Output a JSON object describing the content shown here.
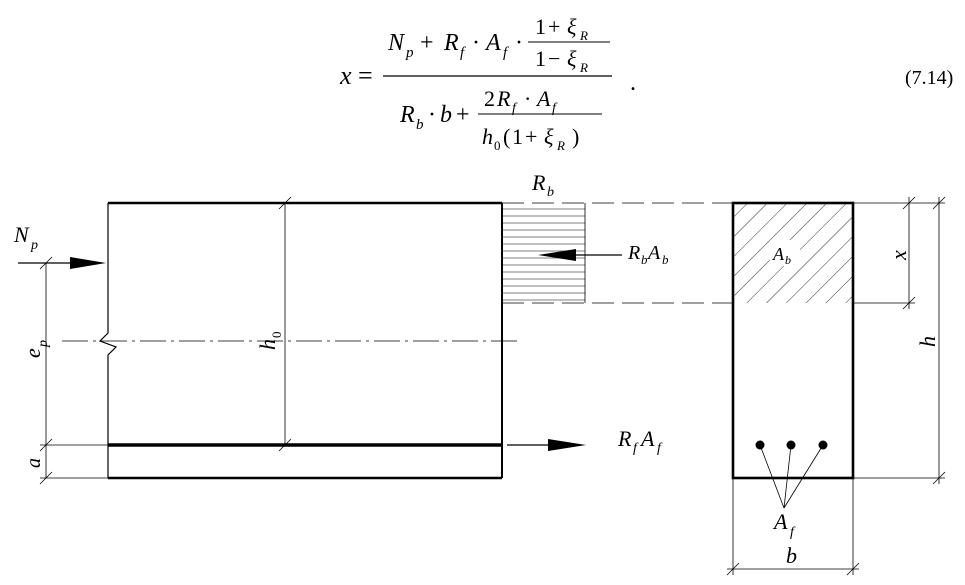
{
  "equation": {
    "lhs": "x",
    "eq": "=",
    "N": "N",
    "p": "p",
    "plus": "+",
    "R": "R",
    "f": "f",
    "dot": "·",
    "A": "A",
    "one": "1",
    "minus": "−",
    "xi": "ξ",
    "Rsub": "R",
    "b_sub": "b",
    "b": "b",
    "two": "2",
    "h": "h",
    "zero": "0",
    "lparen": "(",
    "rparen": ")",
    "period": ".",
    "number": "(7.14)"
  },
  "diagram": {
    "Np_label": "N",
    "Np_sub": "p",
    "Rb_label": "R",
    "Rb_sub": "b",
    "RbAb_R": "R",
    "RbAb_b1": "b",
    "RbAb_A": "A",
    "RbAb_b2": "b",
    "RfAf_R": "R",
    "RfAf_f1": "f",
    "RfAf_A": "A",
    "RfAf_f2": "f",
    "h0_label": "h",
    "h0_sub": "0",
    "ep_label": "e",
    "ep_sub": "p",
    "a_label": "a",
    "x_label": "x",
    "h_label": "h",
    "Ab_label": "A",
    "Ab_sub": "b",
    "Af_label": "A",
    "Af_sub": "f",
    "b_label": "b"
  }
}
